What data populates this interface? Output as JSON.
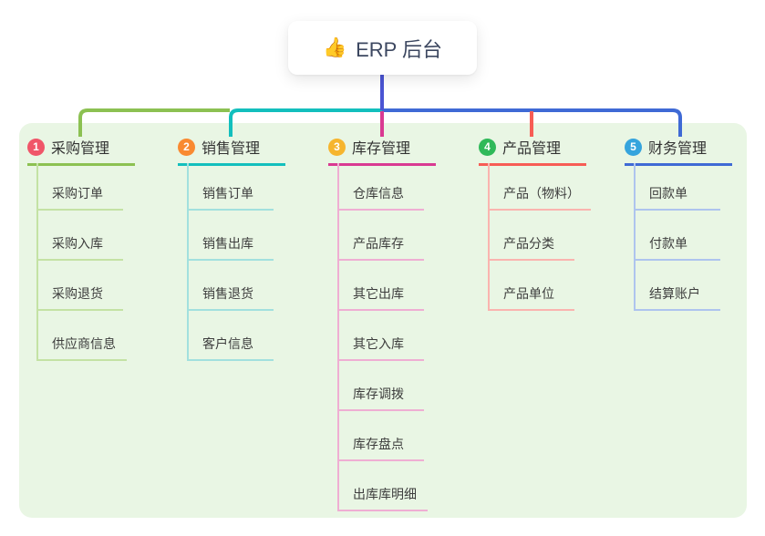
{
  "root": {
    "icon": "👍",
    "label": "ERP 后台"
  },
  "branches": [
    {
      "badge": "1",
      "label": "采购管理",
      "color": "#8cc152",
      "light_color": "#c4e2a4",
      "badge_color": "#f05669",
      "children": [
        "采购订单",
        "采购入库",
        "采购退货",
        "供应商信息"
      ]
    },
    {
      "badge": "2",
      "label": "销售管理",
      "color": "#13bfbd",
      "light_color": "#a2e0de",
      "badge_color": "#f98a31",
      "children": [
        "销售订单",
        "销售出库",
        "销售退货",
        "客户信息"
      ]
    },
    {
      "badge": "3",
      "label": "库存管理",
      "color": "#d93a92",
      "light_color": "#efaed3",
      "badge_color": "#f6b52e",
      "children": [
        "仓库信息",
        "产品库存",
        "其它出库",
        "其它入库",
        "库存调拨",
        "库存盘点",
        "出库库明细"
      ]
    },
    {
      "badge": "4",
      "label": "产品管理",
      "color": "#f75d55",
      "light_color": "#fab4af",
      "badge_color": "#2fb959",
      "children": [
        "产品（物料）",
        "产品分类",
        "产品单位"
      ]
    },
    {
      "badge": "5",
      "label": "财务管理",
      "color": "#3f6ad5",
      "light_color": "#aec4ee",
      "badge_color": "#35a4dd",
      "children": [
        "回款单",
        "付款单",
        "结算账户"
      ]
    }
  ],
  "colors": {
    "panel_bg": "#e9f6e4",
    "root_connector": "#4a54d3"
  }
}
